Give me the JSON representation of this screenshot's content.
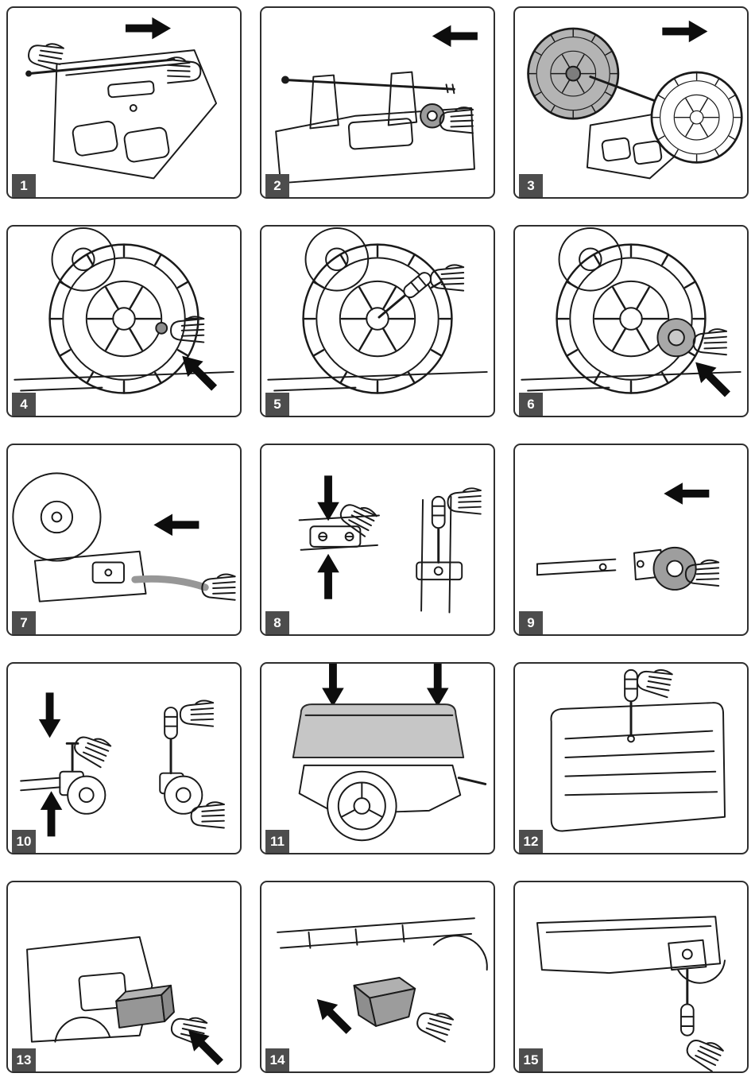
{
  "colors": {
    "badge_bg": "#4d4d4d",
    "line": "#1a1a1a",
    "arrow": "#0d0d0d",
    "part_gray": "#9b9b9b",
    "tub_gray": "#c6c6c6"
  },
  "steps": [
    {
      "number": "1",
      "illustration": "insert-axle-rod-into-upturned-chassis",
      "arrows": [
        "right"
      ]
    },
    {
      "number": "2",
      "illustration": "slide-bushing-onto-axle-at-chassis-towers",
      "arrows": [
        "left"
      ]
    },
    {
      "number": "3",
      "illustration": "mount-both-wheels-onto-axle",
      "arrows": [
        "right"
      ]
    },
    {
      "number": "4",
      "illustration": "press-retainer-washer-onto-wheel-hub",
      "arrows": [
        "up-left"
      ]
    },
    {
      "number": "5",
      "number_note": "",
      "illustration": "tighten-hub-fastener-with-tool",
      "arrows": []
    },
    {
      "number": "6",
      "illustration": "press-hubcap-onto-wheel",
      "arrows": [
        "up-left"
      ]
    },
    {
      "number": "7",
      "illustration": "insert-tow-bar-into-rear-socket",
      "arrows": [
        "left"
      ]
    },
    {
      "number": "8",
      "illustration": "attach-bracket-with-screws-to-frame",
      "arrows": [
        "down",
        "up"
      ]
    },
    {
      "number": "9",
      "illustration": "attach-caster-wheel-to-bar-end",
      "arrows": [
        "left"
      ]
    },
    {
      "number": "10",
      "illustration": "secure-caster-wheels-with-pin-and-screw",
      "arrows": [
        "down",
        "up"
      ]
    },
    {
      "number": "11",
      "illustration": "lower-tub-onto-trailer-base",
      "arrows": [
        "down",
        "down"
      ]
    },
    {
      "number": "12",
      "illustration": "drive-screw-into-tailgate-panel",
      "arrows": []
    },
    {
      "number": "13",
      "illustration": "insert-battery-block-into-compartment",
      "arrows": [
        "up-left"
      ]
    },
    {
      "number": "14",
      "illustration": "fit-support-block-under-frame",
      "arrows": [
        "up-left"
      ]
    },
    {
      "number": "15",
      "illustration": "tighten-under-body-bracket-screw-from-below",
      "arrows": []
    }
  ]
}
